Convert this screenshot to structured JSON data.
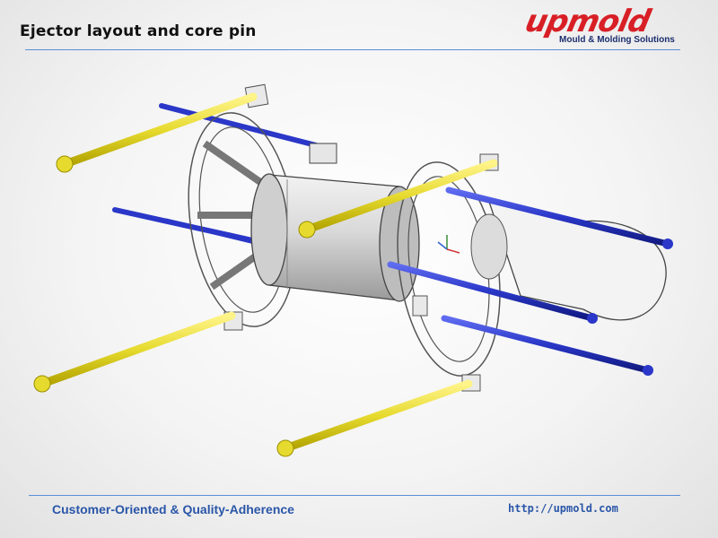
{
  "slide": {
    "title": "Ejector layout and core pin",
    "logo": {
      "wordmark": "upmold",
      "tagline": "Mould & Molding Solutions"
    },
    "footer": {
      "slogan": "Customer-Oriented & Quality-Adherence",
      "url": "http://upmold.com"
    }
  },
  "illustration": {
    "subject": "ejector pin layout",
    "colors": {
      "return_pins": "#e6da2e",
      "ejector_pins": "#2a37c8",
      "mold_part": "#e8e8e8",
      "accent_line": "#5b8fd6",
      "brand_red": "#d81f26",
      "brand_navy": "#1b2e6e"
    }
  }
}
